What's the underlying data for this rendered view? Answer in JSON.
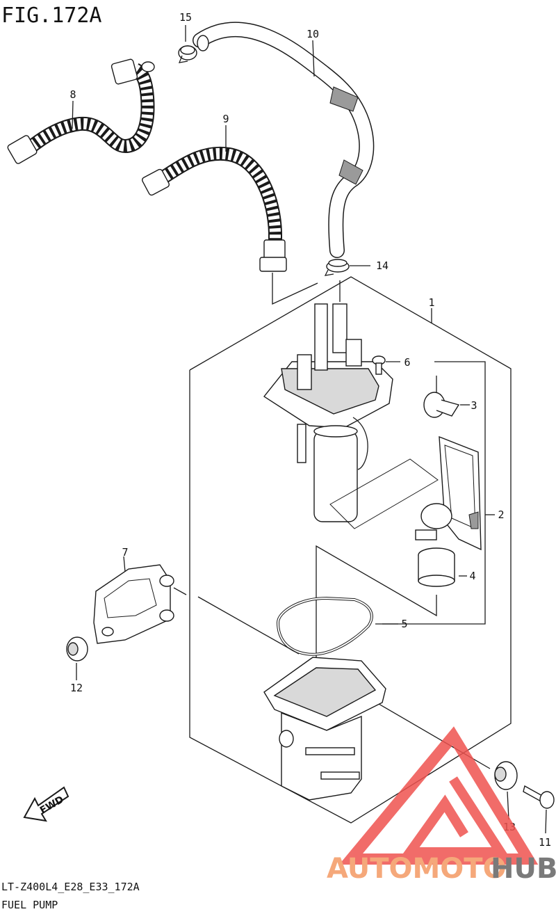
{
  "figure": {
    "title": "FIG.172A",
    "footer_code": "LT-Z400L4_E28_E33_172A",
    "footer_name": "FUEL PUMP",
    "direction_marker": "FWD"
  },
  "callouts": [
    "1",
    "2",
    "3",
    "4",
    "5",
    "6",
    "7",
    "8",
    "9",
    "10",
    "11",
    "12",
    "13",
    "14",
    "15"
  ],
  "watermark": {
    "part1": "AUTOMOTO",
    "part2": "HUB",
    "colors": {
      "part1": "#f5a87a",
      "part2": "#7a7a7a",
      "logo": "#ef5350"
    }
  }
}
